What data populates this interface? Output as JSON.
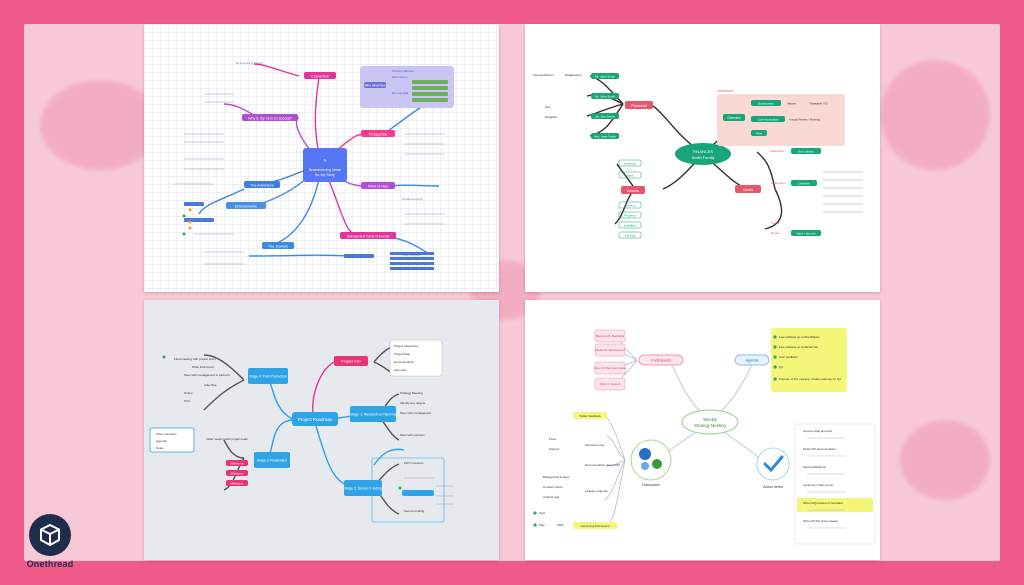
{
  "brand": {
    "name": "Onethread",
    "color": "#1f2c4c"
  },
  "colors": {
    "frame": "#f05a8a",
    "backdrop": "#f7c9d6"
  },
  "map1": {
    "central": [
      "Brainstorming Ideas",
      "for My Story"
    ],
    "branches": [
      "Characters",
      "Why is my hero so special?",
      "The Adventure",
      "Environments",
      "The Journey",
      "Protagonist",
      "Point of view",
      "Unexpected Turns of Events"
    ],
    "note": [
      "Who what how",
      "Motives different",
      "Main theme",
      "Be essential",
      "Be essential to the story",
      "Reveal everything",
      "Make it relevant"
    ]
  },
  "map2": {
    "central": [
      "FINANCES",
      "Smith Family"
    ],
    "branches": [
      "Personal",
      "Investment",
      "Goals",
      "Assets"
    ],
    "top_left": [
      "Spouse/Partner",
      "Relationship",
      "Mr. Jane Smith",
      "Mr. John Smith",
      "Son",
      "Daughter",
      "Mr. Son Smith",
      "Mrs. Jane Smith"
    ],
    "right_top": [
      "Overview",
      "Explanation",
      "Values",
      "Timetable / ID",
      "Communication",
      "Annual Review / Meeting",
      "Files"
    ],
    "goals": [
      "Education",
      "Son college",
      "Retirement",
      "Charities",
      "Travel",
      "House",
      "Save / deposit"
    ],
    "assets": [
      "Inventory",
      "Bank",
      "Pension",
      "Property",
      "Liabilities",
      "Savings"
    ]
  },
  "map3": {
    "central": "Project Roadmap",
    "branches": [
      "Project Info",
      "Stage 1: Research & Planning",
      "Stage 2: Secure Funding",
      "Stage 3: Realization",
      "Stage 4: Post Production"
    ],
    "items": [
      "Project Objectives",
      "Project Plan",
      "Documentation",
      "Summary",
      "Strategy Meeting",
      "Identify key targets",
      "Meet with management",
      "Meet with partners",
      "Milestone",
      "Milestone",
      "Milestone",
      "Team members",
      "Agenda",
      "Notes",
      "Final meeting with project team",
      "Write final report",
      "Meet with management & partners",
      "Advertise",
      "Online",
      "Print",
      "Initial meeting with project team",
      "Pitch investors",
      "Secure funding"
    ]
  },
  "map4": {
    "central": [
      "Weekly",
      "Strategy Meeting"
    ],
    "branches": [
      "Participants",
      "Agenda",
      "Discussion",
      "Action Items"
    ],
    "participants": [
      "Raymond B. Marketing",
      "Sandra W. Development",
      "Jason R. Web team leader",
      "Oliver F. Support"
    ],
    "agenda": [
      "Last software up to WordMaster",
      "Last software up to MediaTrek",
      "User feedback",
      "Q3",
      "Purpose of this meeting: Create roadmap for Q4"
    ],
    "discussion": [
      "Twitter feedback",
      "Zendesk forum",
      "Documentation issues",
      "Feature requests",
      "Upcoming iOS launch",
      "Fixes",
      "Support",
      "API",
      "Background images",
      "Contact import",
      "Android app",
      "April",
      "May",
      "SMS"
    ],
    "actions": [
      "Improve drag and drop",
      "Finish API documentation",
      "Send notifications",
      "Implement Trello import",
      "Write FAQs based on feedback",
      "Write HP iOS press release"
    ]
  }
}
